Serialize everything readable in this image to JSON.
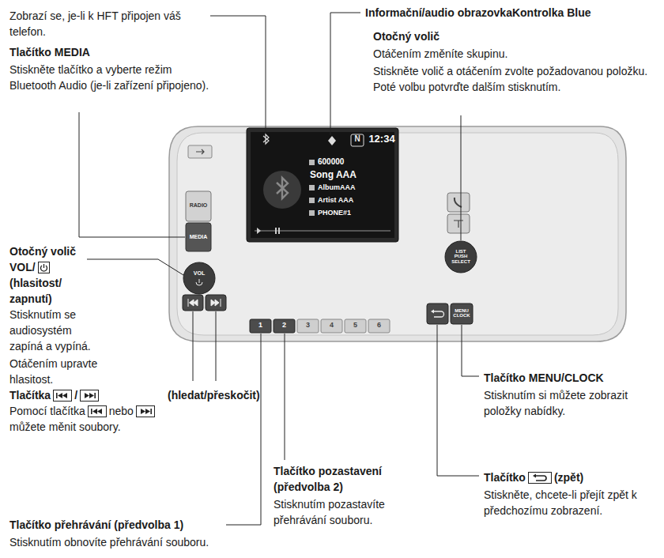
{
  "diagram": {
    "labels": [
      "Zobrazí se, je-li k HFT připojen váš telefon.",
      "Tlačítko MEDIA",
      "Stiskněte tlačítko a vyberte režim Bluetooth Audio (je-li zařízení připojeno).",
      "Informační/audio obrazovkaKontrolka Blue",
      "Otočný volič",
      "Otáčením změníte skupinu.",
      "Stiskněte volič a otáčením zvolte požadovanou položku. Poté volbu potvrďte dalším stisknutím.",
      "Otočný volič VOL/",
      "(hlasitost/ zapnutí)",
      "Stisknutím se audiosystém zapíná a vypíná.",
      "Otáčením upravte hlasitost.",
      "Tlačítka",
      "/",
      "(hledat/přeskočit)",
      "Pomocí tlačítka",
      "nebo",
      "můžete měnit soubory.",
      "Tlačítko pozastavení (předvolba 2)",
      "Stisknutím pozastavíte přehrávání souboru.",
      "Tlačítko přehrávání (předvolba 1)",
      "Stisknutím obnovíte přehrávání souboru.",
      "Tlačítko MENU/CLOCK",
      "Stisknutím si můžete zobrazit položky nabídky.",
      "Tlačítko",
      "(zpět)",
      "Stiskněte, chcete-li přejít zpět k předchozímu zobrazení.",
      "RADIO",
      "MEDIA",
      "VOL",
      "N",
      "12:34",
      "600000",
      "Song AAA",
      "AlbumAAA",
      "Artist AAA",
      "PHONE#1",
      "1",
      "2",
      "3",
      "4",
      "5",
      "6",
      "LIST PUSH SELECT",
      "MENU CLOCK"
    ]
  }
}
